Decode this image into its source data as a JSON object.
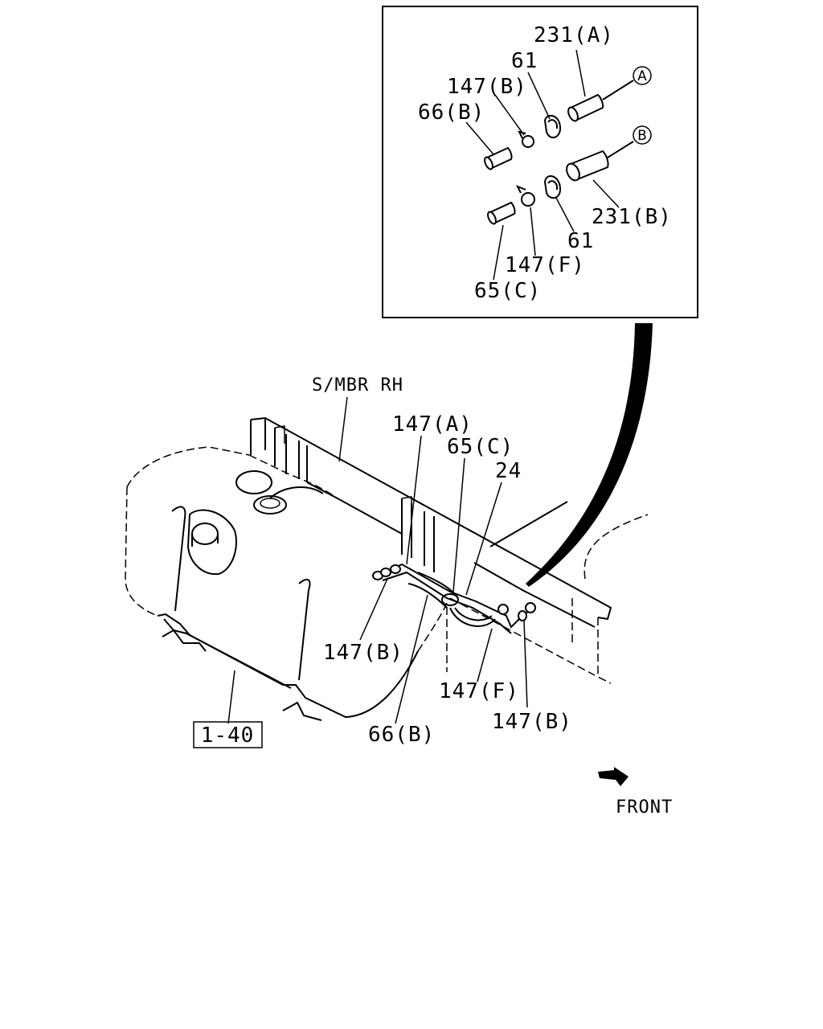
{
  "inset": {
    "callouts": {
      "p231a": "231(A)",
      "p61_top": "61",
      "p147b_top": "147(B)",
      "p66b_top": "66(B)",
      "p231b": "231(B)",
      "p61_bottom": "61",
      "p147f_top": "147(F)",
      "p65c_top": "65(C)"
    },
    "connectors": {
      "a": "A",
      "b": "B"
    }
  },
  "main": {
    "callouts": {
      "smbr": "S/MBR RH",
      "p147a": "147(A)",
      "p65c": "65(C)",
      "p24": "24",
      "p147b_left": "147(B)",
      "p147f": "147(F)",
      "p147b_right": "147(B)",
      "p66b": "66(B)",
      "ref": "1-40"
    },
    "direction": "FRONT"
  }
}
